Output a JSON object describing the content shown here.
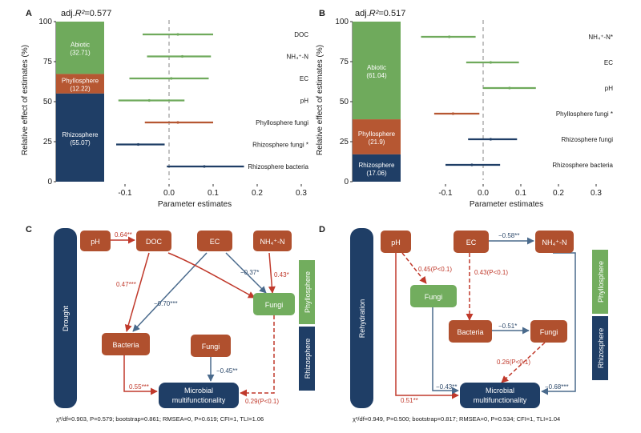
{
  "colors": {
    "abiotic": "#6faa5c",
    "phyllosphere": "#b65732",
    "rhizosphere": "#1f3e66",
    "positive": "#c0392b",
    "negative": "#4a6a8c",
    "node_brown": "#b0502e",
    "node_green": "#72ad5e",
    "node_navy": "#1f3e66"
  },
  "panel_a": {
    "letter": "A",
    "r2_prefix": "adj.",
    "r2_symbol": "R²",
    "r2_value": "=0.577",
    "y_axis_label": "Relative effect of estimates (%)",
    "y_ticks": [
      "100",
      "75",
      "50",
      "25",
      "0"
    ],
    "x_axis_label": "Parameter estimates",
    "x_ticks": [
      "-0.1",
      "0.0",
      "0.1",
      "0.2",
      "0.3"
    ],
    "stack": [
      {
        "name": "Abiotic",
        "value": "(32.71)",
        "pct": 32.71,
        "color": "#6faa5c"
      },
      {
        "name": "Phyllosphere",
        "value": "(12.22)",
        "pct": 12.22,
        "color": "#b65732"
      },
      {
        "name": "Rhizosphere",
        "value": "(55.07)",
        "pct": 55.07,
        "color": "#1f3e66"
      }
    ],
    "predictors": [
      {
        "label": "DOC",
        "est": 0.02,
        "lo": -0.06,
        "hi": 0.1,
        "color": "#6faa5c"
      },
      {
        "label": "NH₄⁺-N",
        "est": 0.03,
        "lo": -0.05,
        "hi": 0.095,
        "color": "#6faa5c"
      },
      {
        "label": "EC",
        "est": 0.005,
        "lo": -0.09,
        "hi": 0.09,
        "color": "#6faa5c"
      },
      {
        "label": "pH",
        "est": -0.045,
        "lo": -0.115,
        "hi": 0.035,
        "color": "#6faa5c"
      },
      {
        "label": "Phyllosphere fungi",
        "est": 0.02,
        "lo": -0.055,
        "hi": 0.1,
        "color": "#b65732"
      },
      {
        "label": "Rhizosphere fungi *",
        "est": -0.07,
        "lo": -0.12,
        "hi": -0.01,
        "color": "#1f3e66"
      },
      {
        "label": "Rhizosphere bacteria",
        "est": 0.08,
        "lo": -0.005,
        "hi": 0.17,
        "color": "#1f3e66"
      }
    ]
  },
  "panel_b": {
    "letter": "B",
    "r2_prefix": "adj.",
    "r2_symbol": "R²",
    "r2_value": "=0.517",
    "y_axis_label": "Relative effect of estimates (%)",
    "y_ticks": [
      "100",
      "75",
      "50",
      "25",
      "0"
    ],
    "x_axis_label": "Parameter estimates",
    "x_ticks": [
      "-0.1",
      "0.0",
      "0.1",
      "0.2",
      "0.3"
    ],
    "stack": [
      {
        "name": "Abiotic",
        "value": "(61.04)",
        "pct": 61.04,
        "color": "#6faa5c"
      },
      {
        "name": "Phyllosphere",
        "value": "(21.9)",
        "pct": 21.9,
        "color": "#b65732"
      },
      {
        "name": "Rhizosphere",
        "value": "(17.06)",
        "pct": 17.06,
        "color": "#1f3e66"
      }
    ],
    "predictors": [
      {
        "label": "NH₄⁺-N*",
        "est": -0.09,
        "lo": -0.165,
        "hi": -0.02,
        "color": "#6faa5c"
      },
      {
        "label": "EC",
        "est": 0.02,
        "lo": -0.045,
        "hi": 0.095,
        "color": "#6faa5c"
      },
      {
        "label": "pH",
        "est": 0.07,
        "lo": 0.0,
        "hi": 0.14,
        "color": "#6faa5c"
      },
      {
        "label": "Phyllosphere fungi *",
        "est": -0.08,
        "lo": -0.13,
        "hi": -0.01,
        "color": "#b65732"
      },
      {
        "label": "Rhizosphere fungi",
        "est": 0.02,
        "lo": -0.04,
        "hi": 0.09,
        "color": "#1f3e66"
      },
      {
        "label": "Rhizosphere bacteria",
        "est": -0.03,
        "lo": -0.1,
        "hi": 0.045,
        "color": "#1f3e66"
      }
    ]
  },
  "panel_c": {
    "letter": "C",
    "side_label": "Drought",
    "group_phyllo": "Phyllosphere",
    "group_rhizo": "Rhizosphere",
    "nodes": {
      "ph": "pH",
      "doc": "DOC",
      "ec": "EC",
      "nh4": "NH₄⁺-N",
      "fungi_phyllo": "Fungi",
      "bacteria": "Bacteria",
      "fungi_rhizo": "Fungi",
      "mmf_line1": "Microbial",
      "mmf_line2": "multifunctionality"
    },
    "coefs": {
      "ph_doc": "0.64**",
      "doc_bacteria": "0.47***",
      "ec_bacteria": "−0.70***",
      "ec_fungi": "−0.37*",
      "nh4_fungi": "0.43*",
      "bacteria_mmf": "0.55***",
      "fungi_rhizo_mmf": "−0.45**",
      "fungi_phyllo_mmf": "0.29(P<0.1)"
    },
    "fit": "χ²/df=0.903, P=0.579; bootstrap=0.861; RMSEA=0, P=0.619; CFI=1, TLI=1.06"
  },
  "panel_d": {
    "letter": "D",
    "side_label": "Rehydration",
    "group_phyllo": "Phyllosphere",
    "group_rhizo": "Rhizosphere",
    "nodes": {
      "ph": "pH",
      "ec": "EC",
      "nh4": "NH₄⁺-N",
      "fungi_phyllo": "Fungi",
      "bacteria": "Bacteria",
      "fungi_rhizo": "Fungi",
      "mmf_line1": "Microbial",
      "mmf_line2": "multifunctionality"
    },
    "coefs": {
      "ec_nh4": "−0.58**",
      "ph_fungi": "0.45(P<0.1)",
      "ec_bacteria": "0.43(P<0.1)",
      "bacteria_fungi": "−0.51*",
      "fungi_mmf": "0.26(P<0.1)",
      "ph_mmf": "0.51**",
      "fungi_phyllo_mmf": "−0.43**",
      "nh4_mmf": "−0.68***"
    },
    "fit": "χ²/df=0.949, P=0.500; bootstrap=0.817; RMSEA=0, P=0.534; CFI=1, TLI=1.04"
  }
}
